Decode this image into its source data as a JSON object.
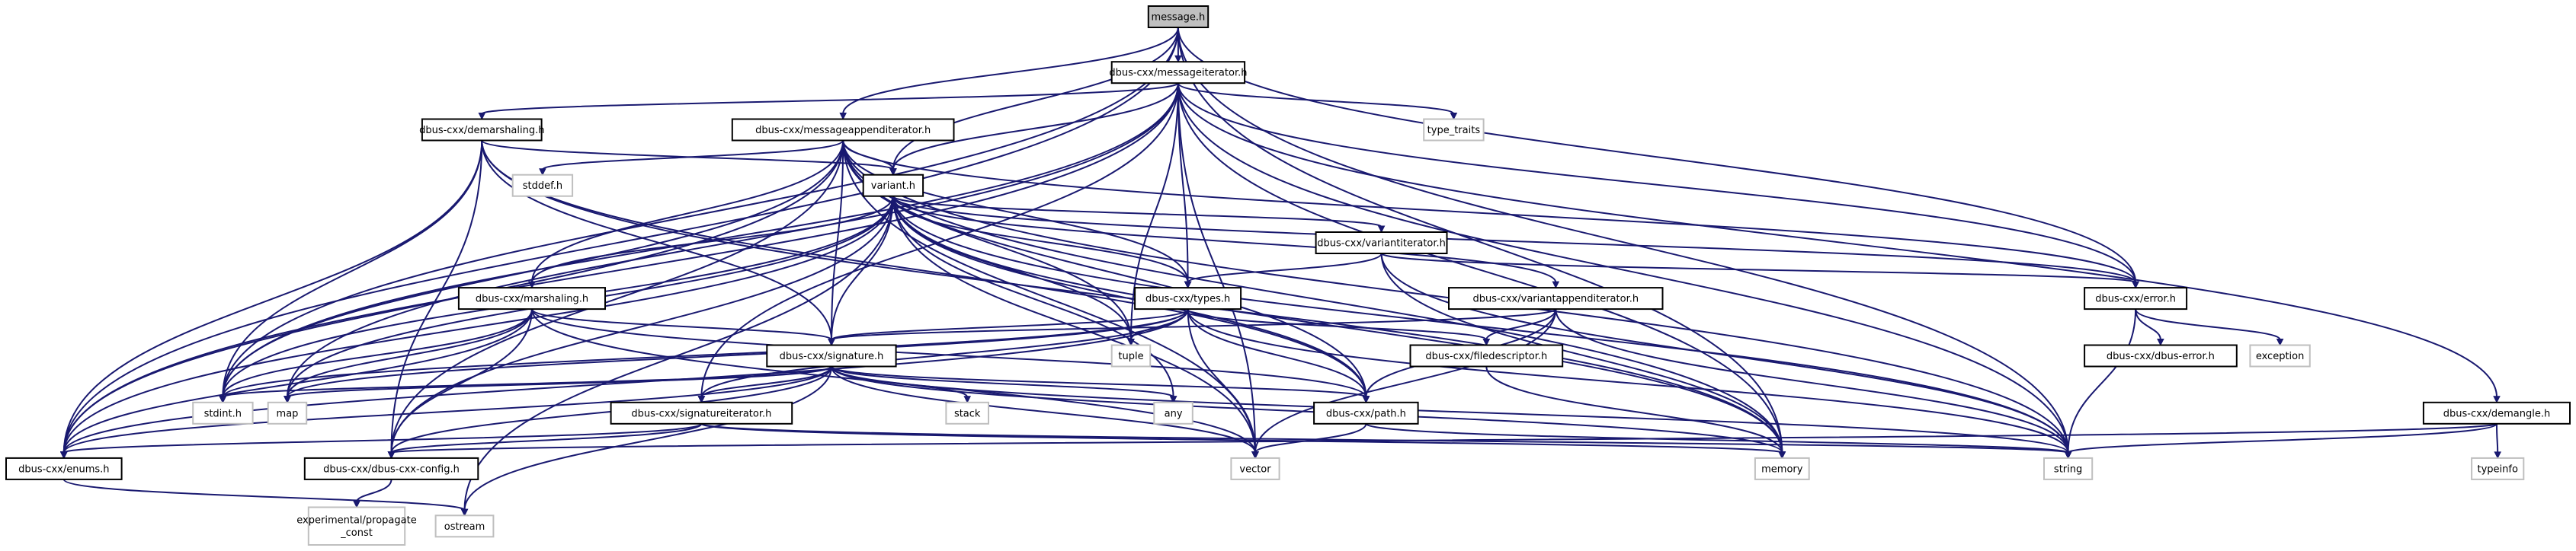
{
  "diagram": {
    "title": "",
    "edge_color": "#191970",
    "nodes": {
      "message_h": "message.h",
      "messageiterator_h": "dbus-cxx/messageiterator.h",
      "demarshaling_h": "dbus-cxx/demarshaling.h",
      "messageappenditerator_h": "dbus-cxx/messageappenditerator.h",
      "type_traits": "type_traits",
      "stddef_h": "stddef.h",
      "variant_h": "variant.h",
      "variantiterator_h": "dbus-cxx/variantiterator.h",
      "marshaling_h": "dbus-cxx/marshaling.h",
      "types_h": "dbus-cxx/types.h",
      "variantappenditerator_h": "dbus-cxx/variantappenditerator.h",
      "error_h": "dbus-cxx/error.h",
      "signature_h": "dbus-cxx/signature.h",
      "tuple": "tuple",
      "filedescriptor_h": "dbus-cxx/filedescriptor.h",
      "dbus_error_h": "dbus-cxx/dbus-error.h",
      "exception": "exception",
      "stdint_h": "stdint.h",
      "map": "map",
      "stack": "stack",
      "any": "any",
      "path_h": "dbus-cxx/path.h",
      "demangle_h": "dbus-cxx/demangle.h",
      "signatureiterator_h": "dbus-cxx/signatureiterator.h",
      "typeinfo": "typeinfo",
      "enums_h": "dbus-cxx/enums.h",
      "dbus_cxx_config_h": "dbus-cxx/dbus-cxx-config.h",
      "vector": "vector",
      "memory": "memory",
      "string": "string",
      "propagate_const_line1": "experimental/propagate",
      "propagate_const_line2": "_const",
      "ostream": "ostream"
    }
  }
}
